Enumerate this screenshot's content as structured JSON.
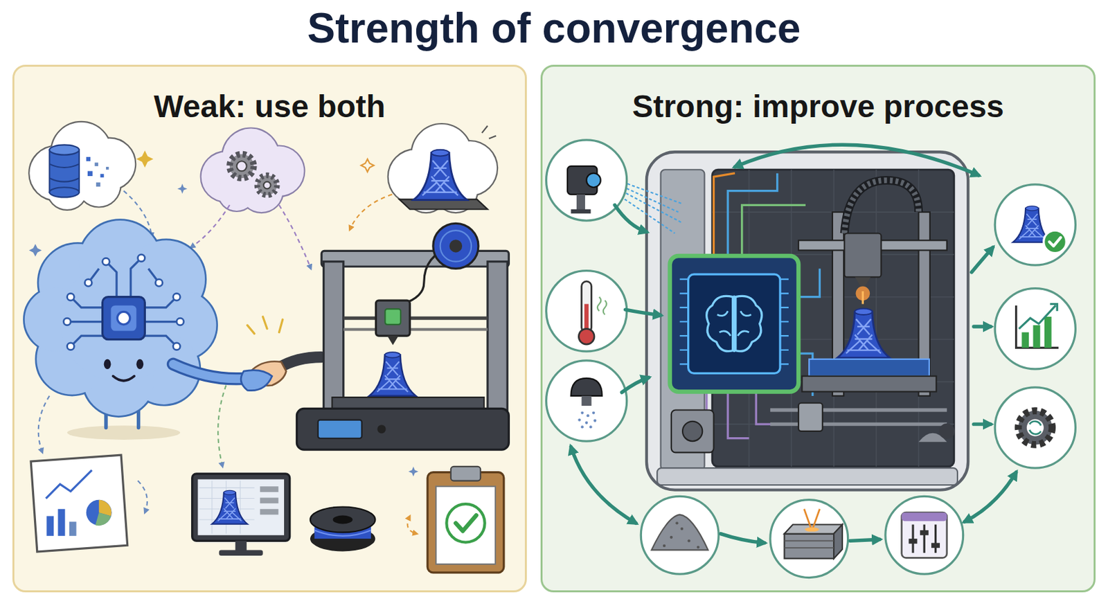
{
  "diagram": {
    "title": "Strength of convergence",
    "nodes": [
      {
        "text": [
          "Weak: use both"
        ]
      },
      {
        "text": [
          "Strong: improve process"
        ]
      }
    ]
  }
}
